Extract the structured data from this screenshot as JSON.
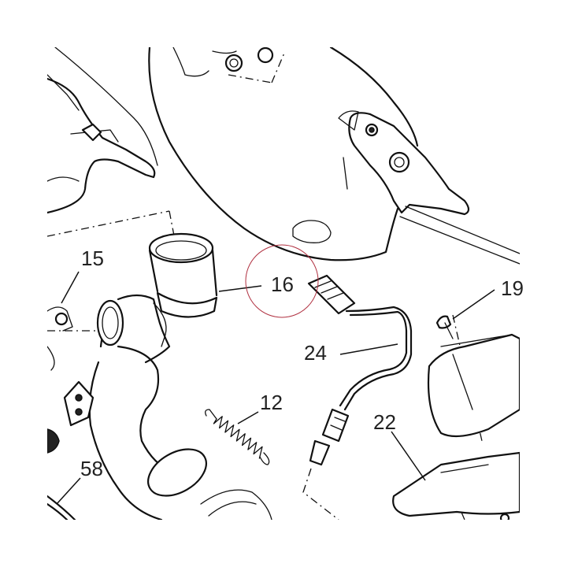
{
  "callouts": {
    "c12": "12",
    "c15": "15",
    "c16": "16",
    "c19": "19",
    "c22": "22",
    "c24": "24",
    "c58": "58"
  },
  "colors": {
    "line": "#111111",
    "highlight_circle": "#b03040",
    "background": "#ffffff"
  }
}
